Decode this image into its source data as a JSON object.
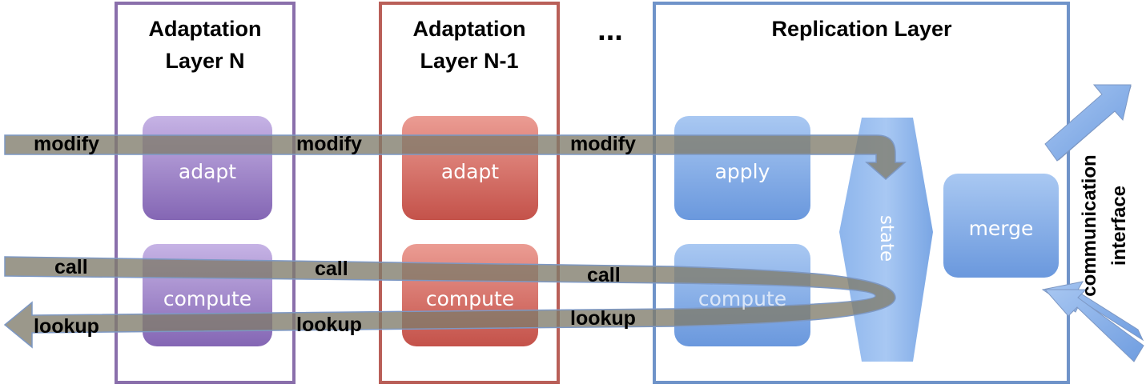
{
  "layers": [
    {
      "title_line1": "Adaptation",
      "title_line2": "Layer N",
      "adapt_label": "adapt",
      "compute_label": "compute",
      "color": "#8a6fab"
    },
    {
      "title_line1": "Adaptation",
      "title_line2": "Layer N-1",
      "adapt_label": "adapt",
      "compute_label": "compute",
      "color": "#b95f58"
    }
  ],
  "ellipsis": "...",
  "replication": {
    "title": "Replication Layer",
    "apply_label": "apply",
    "compute_label": "compute",
    "state_label": "state",
    "merge_label": "merge",
    "color": "#6f93c9"
  },
  "arrows": {
    "modify": [
      "modify",
      "modify",
      "modify"
    ],
    "call": [
      "call",
      "call",
      "call"
    ],
    "lookup": [
      "lookup",
      "lookup",
      "lookup"
    ]
  },
  "communication": {
    "line1": "communication",
    "line2": "interface"
  },
  "colors": {
    "purple": "#8a6fab",
    "red": "#b95f58",
    "blue": "#6f93c9",
    "arrow_gray": "#7f7b6a"
  }
}
